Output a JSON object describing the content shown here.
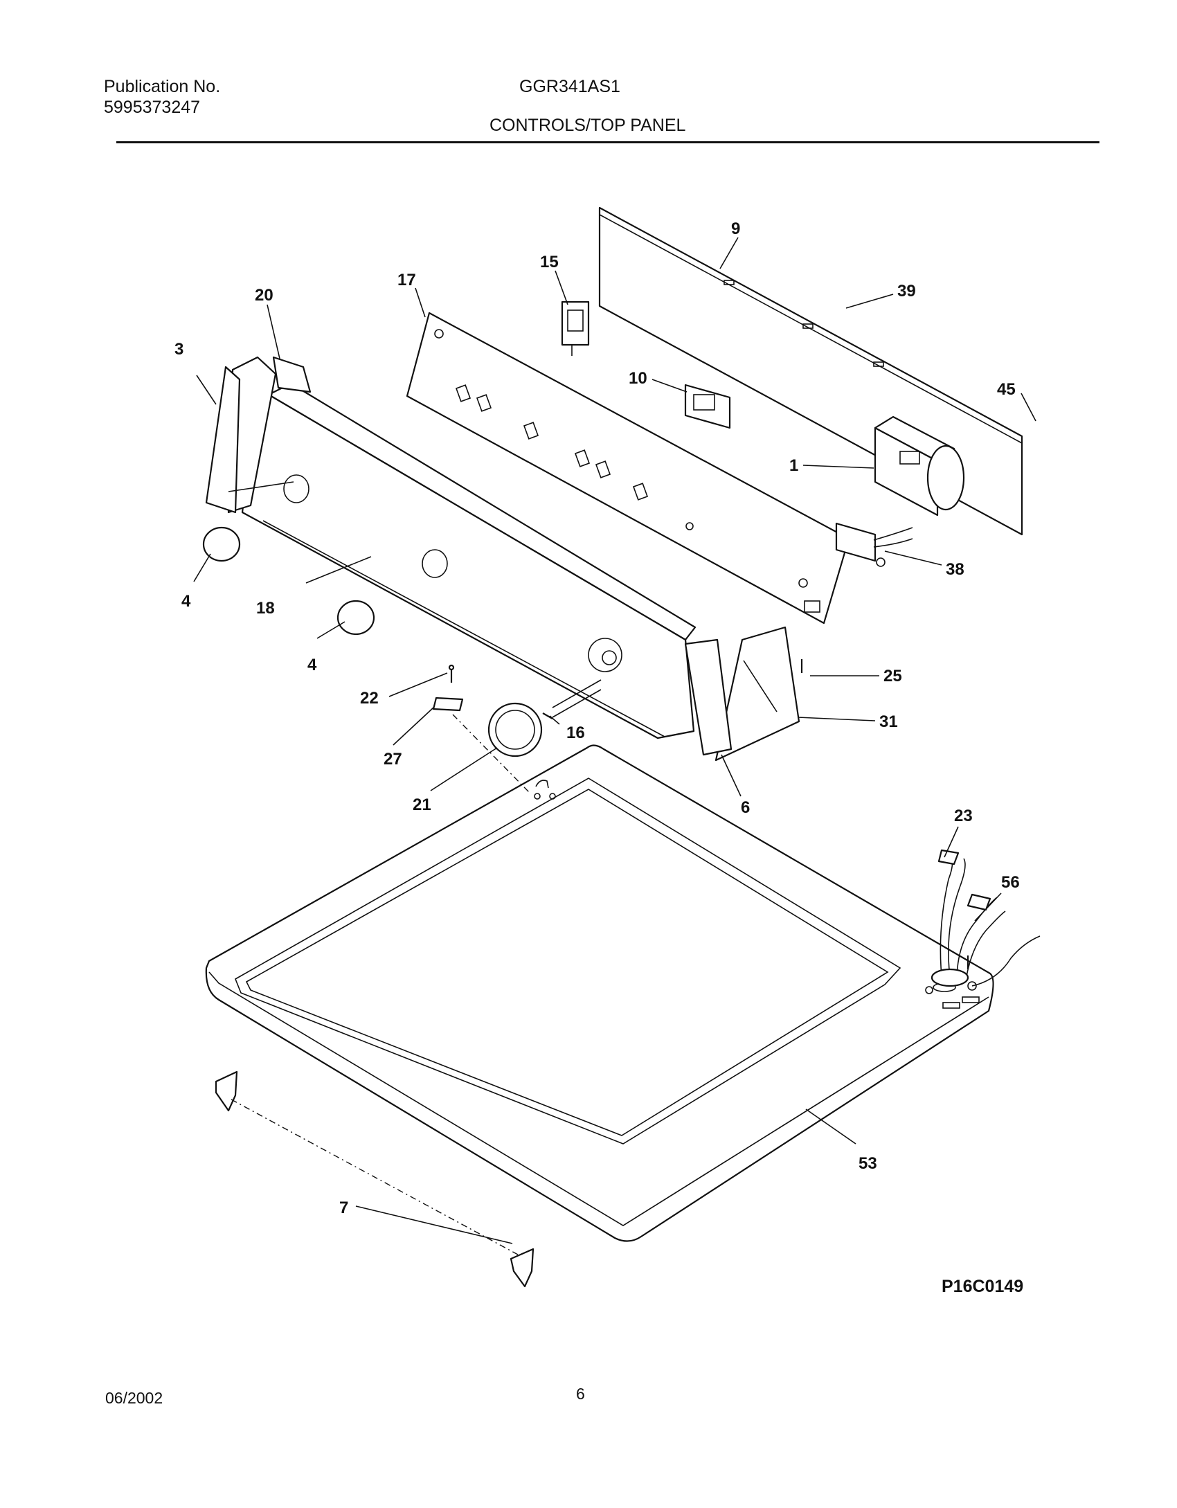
{
  "header": {
    "publication_label": "Publication No.",
    "publication_number": "5995373247",
    "model": "GGR341AS1",
    "section_title": "CONTROLS/TOP PANEL"
  },
  "diagram": {
    "figure_code": "P16C0149",
    "callouts": [
      {
        "id": "c9",
        "label": "9"
      },
      {
        "id": "c39",
        "label": "39"
      },
      {
        "id": "c45",
        "label": "45"
      },
      {
        "id": "c15",
        "label": "15"
      },
      {
        "id": "c17",
        "label": "17"
      },
      {
        "id": "c20",
        "label": "20"
      },
      {
        "id": "c3",
        "label": "3"
      },
      {
        "id": "c10",
        "label": "10"
      },
      {
        "id": "c1",
        "label": "1"
      },
      {
        "id": "c38",
        "label": "38"
      },
      {
        "id": "c4a",
        "label": "4"
      },
      {
        "id": "c18",
        "label": "18"
      },
      {
        "id": "c4b",
        "label": "4"
      },
      {
        "id": "c25",
        "label": "25"
      },
      {
        "id": "c22",
        "label": "22"
      },
      {
        "id": "c16",
        "label": "16"
      },
      {
        "id": "c31",
        "label": "31"
      },
      {
        "id": "c27",
        "label": "27"
      },
      {
        "id": "c21",
        "label": "21"
      },
      {
        "id": "c6",
        "label": "6"
      },
      {
        "id": "c23",
        "label": "23"
      },
      {
        "id": "c56",
        "label": "56"
      },
      {
        "id": "c53",
        "label": "53"
      },
      {
        "id": "c7",
        "label": "7"
      }
    ]
  },
  "footer": {
    "date": "06/2002",
    "page": "6"
  }
}
